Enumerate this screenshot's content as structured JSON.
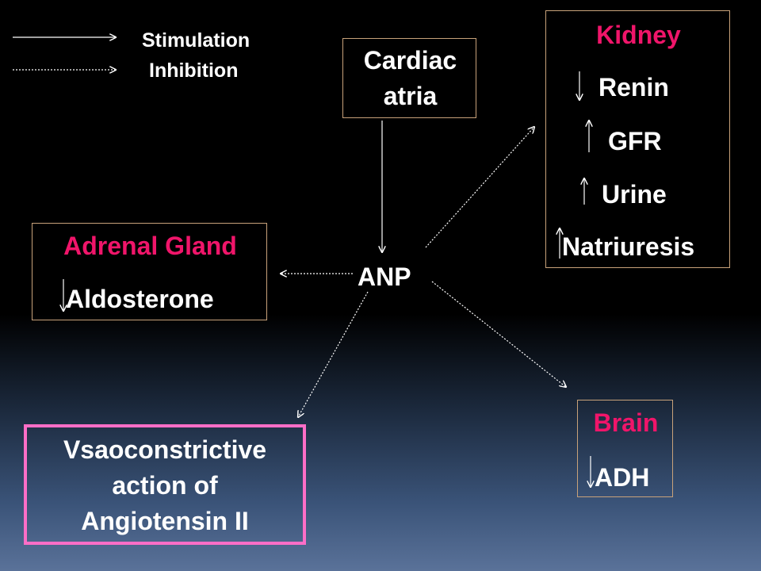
{
  "legend": {
    "stimulation_label": "Stimulation",
    "inhibition_label": "Inhibition"
  },
  "nodes": {
    "cardiac_atria": {
      "line1": "Cardiac",
      "line2": "atria"
    },
    "anp": {
      "label": "ANP"
    },
    "kidney": {
      "title": "Kidney",
      "items": [
        {
          "label": "Renin",
          "direction": "down"
        },
        {
          "label": "GFR",
          "direction": "up"
        },
        {
          "label": "Urine",
          "direction": "up"
        },
        {
          "label": "Natriuresis",
          "direction": "up"
        }
      ]
    },
    "adrenal": {
      "title": "Adrenal Gland",
      "items": [
        {
          "label": "Aldosterone",
          "direction": "down"
        }
      ]
    },
    "brain": {
      "title": "Brain",
      "items": [
        {
          "label": "ADH",
          "direction": "down"
        }
      ]
    },
    "angiotensin": {
      "line1": "Vsaoconstrictive",
      "line2": "action of",
      "line3": "Angiotensin II"
    }
  },
  "edges": [
    {
      "from": "Cardiac atria",
      "to": "ANP",
      "type": "stimulation"
    },
    {
      "from": "ANP",
      "to": "Kidney",
      "type": "inhibition"
    },
    {
      "from": "ANP",
      "to": "Adrenal Gland",
      "type": "inhibition"
    },
    {
      "from": "ANP",
      "to": "Vsaoconstrictive action of Angiotensin II",
      "type": "inhibition"
    },
    {
      "from": "ANP",
      "to": "Brain",
      "type": "inhibition"
    }
  ],
  "colors": {
    "title_pink": "#f0156a",
    "box_border": "#c8a27a",
    "angiotensin_border": "#ff6ec7",
    "text": "#ffffff"
  }
}
